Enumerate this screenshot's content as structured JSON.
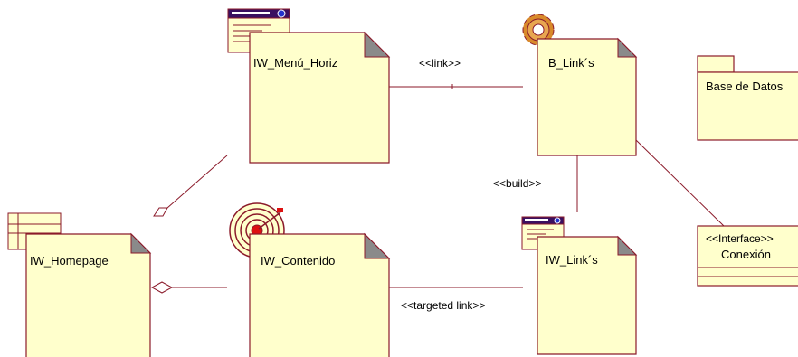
{
  "diagram": {
    "nodes": {
      "menu": {
        "label": "IW_Menú_Horiz",
        "icon": "web-page-icon"
      },
      "blinks": {
        "label": "B_Link´s",
        "icon": "gear-icon"
      },
      "db": {
        "label": "Base de Datos",
        "icon": "package-tab"
      },
      "homepage": {
        "label": "IW_Homepage",
        "icon": "web-form-icon"
      },
      "contenido": {
        "label": "IW_Contenido",
        "icon": "target-icon"
      },
      "iwlinks": {
        "label": "IW_Link´s",
        "icon": "web-page-icon"
      },
      "conexion": {
        "stereotype": "<<Interface>>",
        "label": "Conexión"
      }
    },
    "relations": {
      "link": "<<link>>",
      "build": "<<build>>",
      "targeted": "<<targeted link>>"
    },
    "colors": {
      "fill": "#ffffcc",
      "stroke": "#8b1a2a",
      "fold": "#8a8a8a"
    }
  }
}
